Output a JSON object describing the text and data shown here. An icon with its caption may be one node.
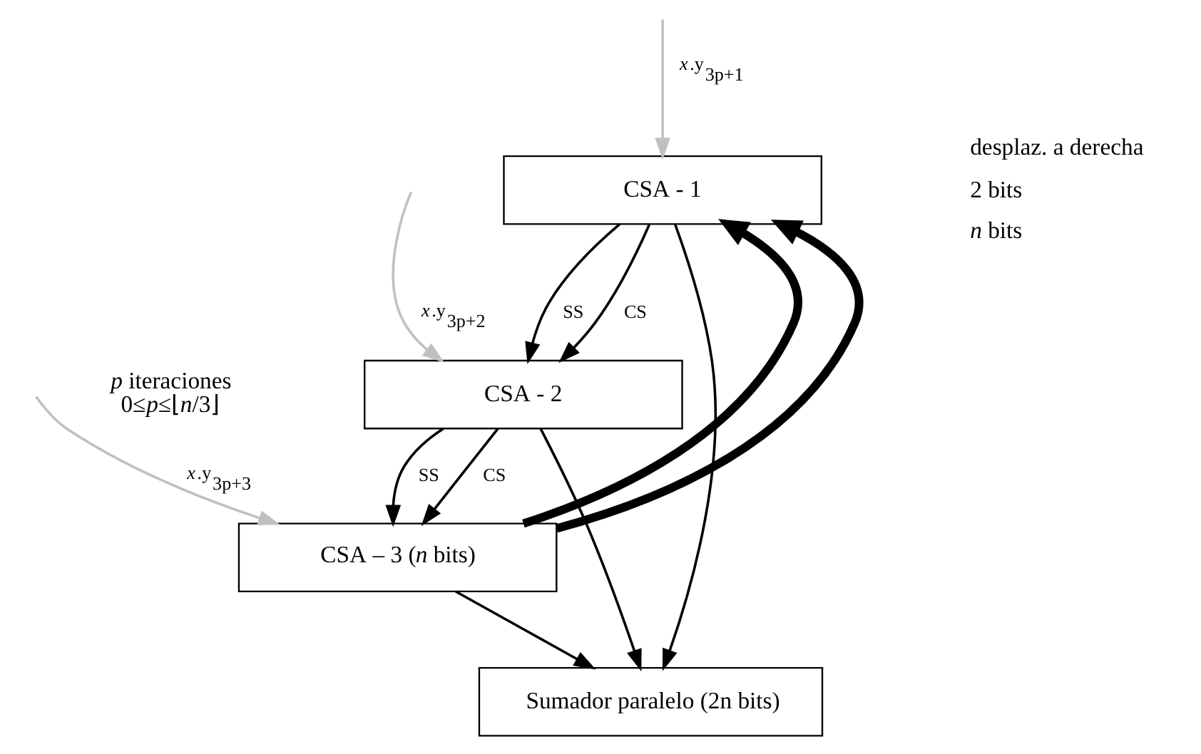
{
  "diagram": {
    "nodes": [
      {
        "text": [
          "CSA - 1"
        ]
      },
      {
        "text": [
          "CSA - 2"
        ]
      },
      {
        "text": [
          "CSA – 3 (*n* bits)"
        ]
      },
      {
        "text": [
          "Sumador paralelo (2n bits)"
        ]
      }
    ],
    "edges": [
      {
        "from": 0,
        "to": 1,
        "arrow": "to",
        "label": "SS"
      },
      {
        "from": 0,
        "to": 1,
        "arrow": "to",
        "label": "CS"
      },
      {
        "from": 1,
        "to": 2,
        "arrow": "to",
        "label": "SS"
      },
      {
        "from": 1,
        "to": 2,
        "arrow": "to",
        "label": "CS"
      },
      {
        "from": 2,
        "to": 0,
        "arrow": "to",
        "style": "thick"
      },
      {
        "from": 2,
        "to": 0,
        "arrow": "to",
        "style": "thick"
      },
      {
        "from": null,
        "to": 0,
        "arrow": "to",
        "label": "*x*.y$_{3p+1}$",
        "color": "#c0c0c0"
      },
      {
        "from": null,
        "to": 1,
        "arrow": "to",
        "label": "*x*.y$_{3p+2}$",
        "color": "#c0c0c0"
      },
      {
        "from": null,
        "to": 2,
        "arrow": "to",
        "label": "*x*.y$_{3p+3}$",
        "color": "#c0c0c0"
      },
      {
        "from": 0,
        "to": 3,
        "arrow": "to"
      },
      {
        "from": 1,
        "to": 3,
        "arrow": "to"
      },
      {
        "from": 2,
        "to": 3,
        "arrow": "to"
      }
    ],
    "labels": [
      "*p* iteraciones",
      "0≤*p*≤⌊*n*/3⌋"
    ],
    "legend": [
      {
        "text": "desplaz. a derecha"
      },
      {
        "text": "2 bits"
      },
      {
        "text": "*n* bits"
      }
    ]
  }
}
